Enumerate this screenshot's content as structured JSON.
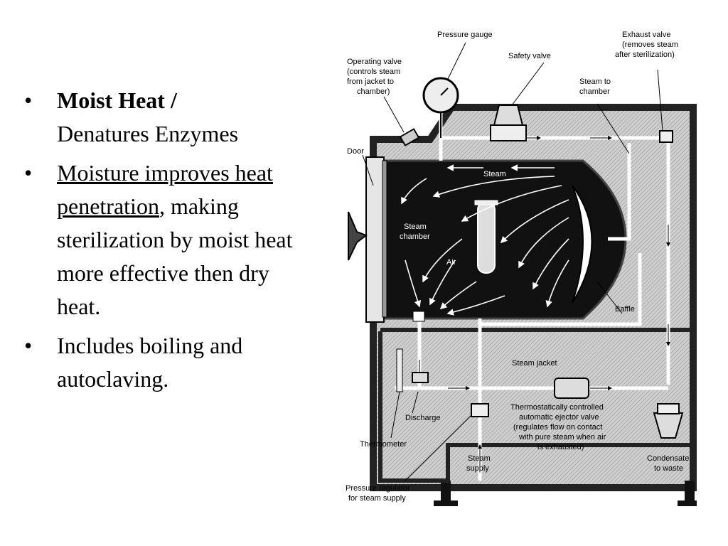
{
  "bullets": [
    {
      "bold": "Moist Heat /",
      "text": "Denatures Enzymes"
    },
    {
      "underlined": "Moisture improves heat penetration",
      "rest": ", making sterilization by moist heat more effective then dry heat."
    },
    {
      "text": "Includes boiling and autoclaving."
    }
  ],
  "diagram": {
    "labels": {
      "pressure_gauge": "Pressure gauge",
      "safety_valve": "Safety valve",
      "exhaust_valve_1": "Exhaust valve",
      "exhaust_valve_2": "(removes steam",
      "exhaust_valve_3": "after sterilization)",
      "operating_valve_1": "Operating valve",
      "operating_valve_2": "(controls steam",
      "operating_valve_3": "from jacket to",
      "operating_valve_4": "chamber)",
      "steam_to_chamber_1": "Steam to",
      "steam_to_chamber_2": "chamber",
      "door": "Door",
      "steam": "Steam",
      "steam_chamber_1": "Steam",
      "steam_chamber_2": "chamber",
      "air": "Air",
      "baffle": "Baffle",
      "steam_jacket": "Steam jacket",
      "discharge": "Discharge",
      "ejector_1": "Thermostatically controlled",
      "ejector_2": "automatic ejector valve",
      "ejector_3": "(regulates flow on contact",
      "ejector_4": "with pure steam when air",
      "ejector_5": "is exhausted)",
      "thermometer": "Thermometer",
      "steam_supply_1": "Steam",
      "steam_supply_2": "supply",
      "condensate_1": "Condensate",
      "condensate_2": "to waste",
      "pressure_regulator_1": "Pressure regulator",
      "pressure_regulator_2": "for steam supply"
    }
  }
}
